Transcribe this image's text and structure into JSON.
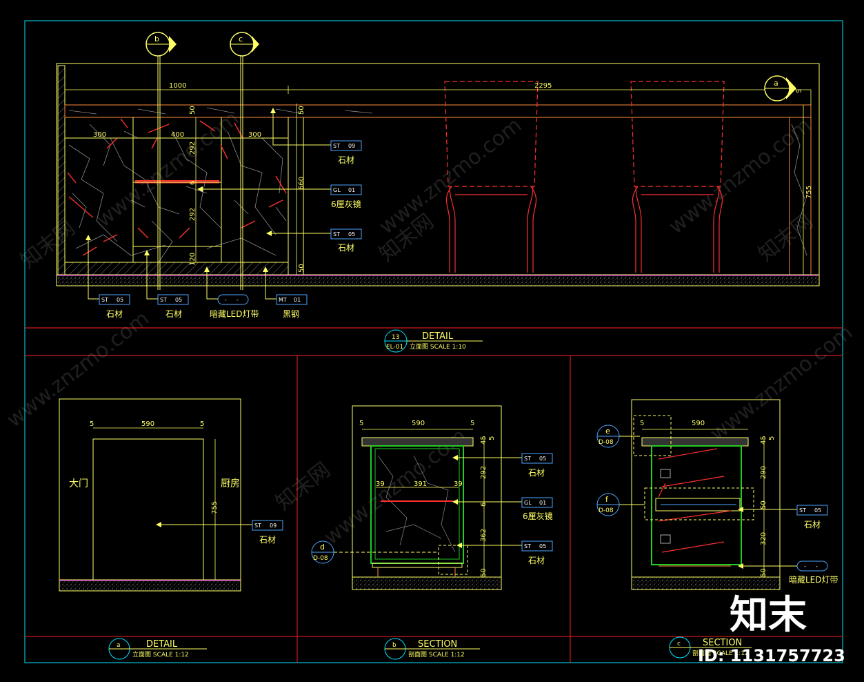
{
  "colors": {
    "background": "#000000",
    "frame": "#00e5ff",
    "divider": "#ff2020",
    "line": "#ffff66",
    "stone_texture": "#8a8a8a",
    "mirror": "#ff3030",
    "cabinet": "#22cc22",
    "watermark": "#ffffff"
  },
  "elevation": {
    "dims": {
      "total_1000": "1000",
      "total_2295": "2295",
      "w300a": "300",
      "w400": "400",
      "w300b": "300",
      "h50_top_a": "50",
      "h50_top_b": "50",
      "h292a": "292",
      "h6": "6",
      "h292b": "292",
      "h120": "120",
      "h660": "660",
      "h50_bot": "50",
      "h755": "755",
      "h5": "5"
    },
    "bubbles": {
      "b": "b",
      "c": "c",
      "a": "a"
    },
    "callouts": [
      {
        "code": "ST",
        "num": "09",
        "label": "石材"
      },
      {
        "code": "GL",
        "num": "01",
        "label": "6厘灰镜"
      },
      {
        "code": "ST",
        "num": "05",
        "label": "石材"
      }
    ],
    "bottom_tags": [
      {
        "code": "ST",
        "num": "05",
        "label": "石材"
      },
      {
        "code": "ST",
        "num": "05",
        "label": "石材"
      },
      {
        "code": "-",
        "num": "-",
        "label": "暗藏LED灯带"
      },
      {
        "code": "MT",
        "num": "01",
        "label": "黑钢"
      }
    ],
    "title": {
      "num": "13",
      "ref": "EL-01",
      "name": "DETAIL",
      "sub": "立面图 SCALE 1:10"
    }
  },
  "detail_a": {
    "dims": {
      "w5a": "5",
      "w590": "590",
      "w5b": "5",
      "h755": "755"
    },
    "rooms": {
      "left": "大门",
      "right": "厨房"
    },
    "tag": {
      "code": "ST",
      "num": "09",
      "label": "石材"
    },
    "title": {
      "num": "a",
      "name": "DETAIL",
      "sub": "立面图 SCALE 1:12"
    }
  },
  "section_b": {
    "dims": {
      "w5a": "5",
      "w590": "590",
      "w5b": "5",
      "h5": "5",
      "h45": "45",
      "h292": "292",
      "w39a": "39",
      "w391": "391",
      "w39b": "39",
      "h6": "6",
      "h362": "362",
      "h50": "50"
    },
    "bubble": {
      "letter": "d",
      "ref": "D-08"
    },
    "tags": [
      {
        "code": "ST",
        "num": "05",
        "label": "石材"
      },
      {
        "code": "GL",
        "num": "01",
        "label": "6厘灰镜"
      },
      {
        "code": "ST",
        "num": "05",
        "label": "石材"
      }
    ],
    "title": {
      "num": "b",
      "name": "SECTION",
      "sub": "剖面图 SCALE 1:12"
    }
  },
  "section_c": {
    "dims": {
      "w5": "5",
      "w590": "590",
      "h5": "5",
      "h45": "45",
      "h290": "290",
      "h50a": "50",
      "h320": "320",
      "h50b": "50"
    },
    "bubble_e": {
      "letter": "e",
      "ref": "D-08"
    },
    "bubble_f": {
      "letter": "f",
      "ref": "D-08"
    },
    "tags": [
      {
        "code": "ST",
        "num": "05",
        "label": "石材"
      },
      {
        "code": "-",
        "num": "-",
        "label": "暗藏LED灯带"
      }
    ],
    "title": {
      "num": "c",
      "name": "SECTION",
      "sub": "剖面图 SCALE 1:12"
    }
  },
  "watermark": {
    "wm_url": "www.znzmo.com",
    "wm_cn": "知末网",
    "brand": "知末",
    "id": "ID: 1131757723"
  }
}
